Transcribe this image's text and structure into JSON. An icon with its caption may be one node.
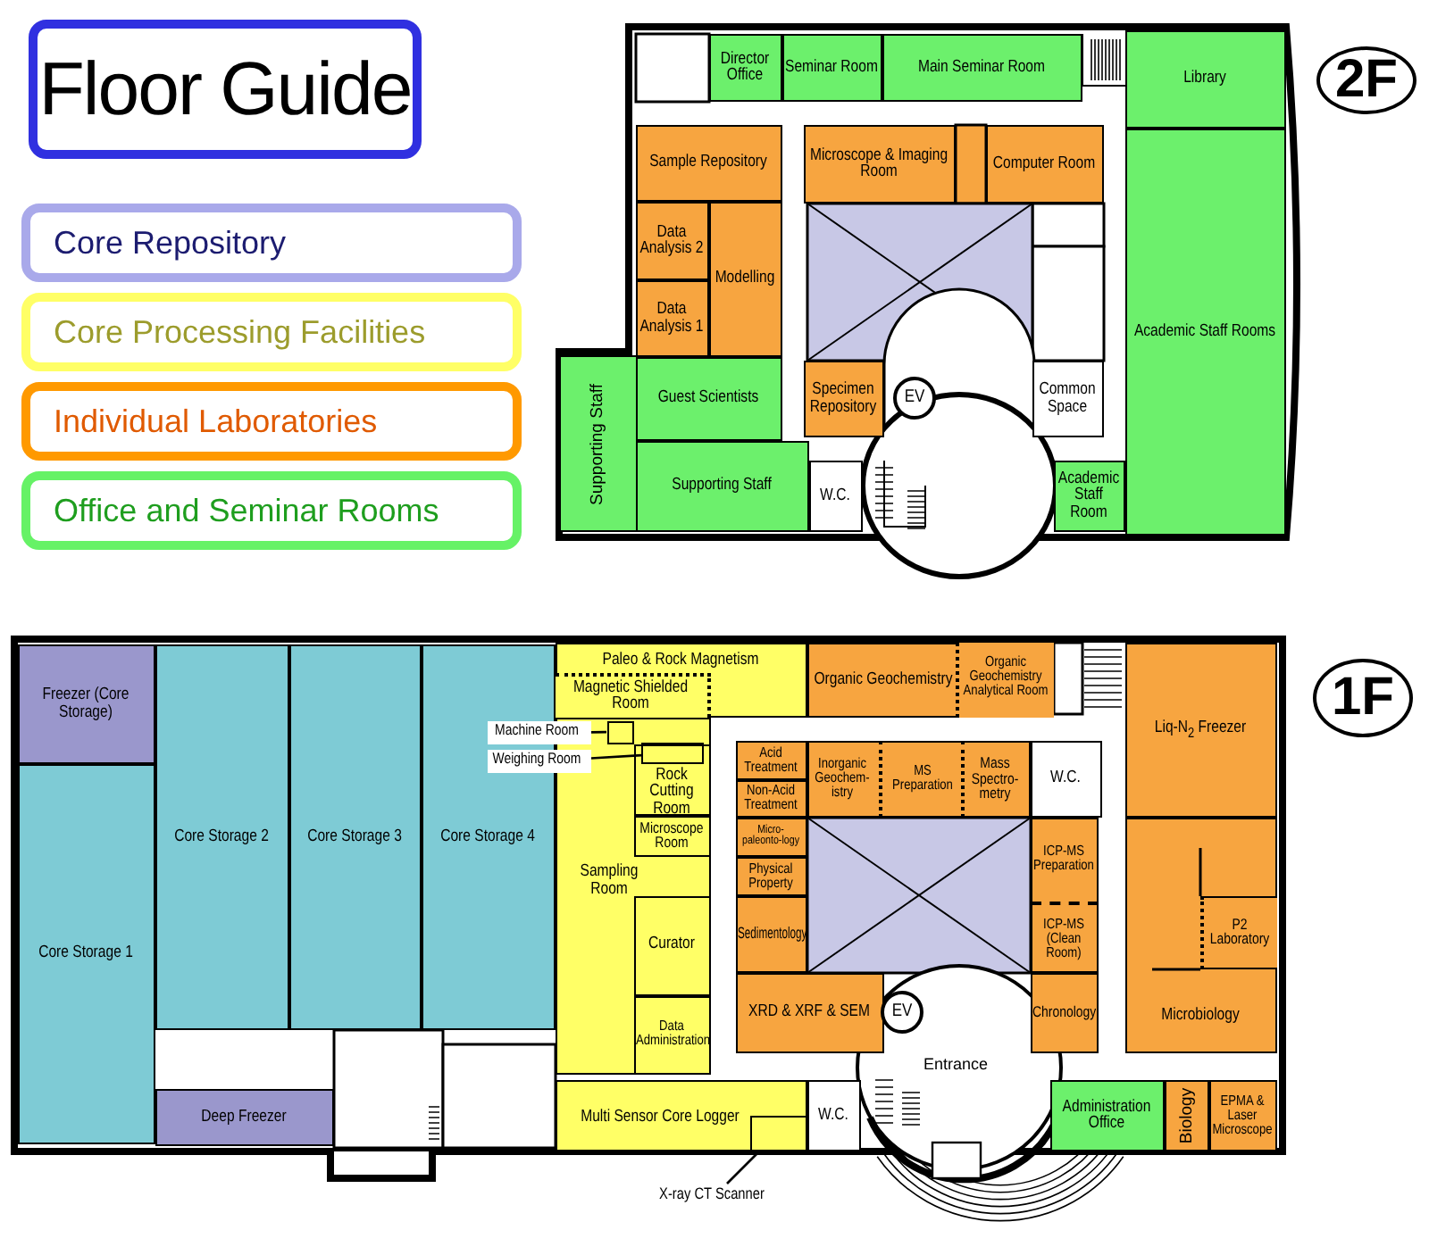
{
  "diagram": {
    "title": "Floor Guide",
    "nodes": [
      {
        "text": [
          "Director Office"
        ]
      },
      {
        "text": [
          "Seminar Room"
        ]
      },
      {
        "text": [
          "Main Seminar Room"
        ]
      },
      {
        "text": [
          "Library"
        ]
      },
      {
        "text": [
          "Sample Repository"
        ]
      },
      {
        "text": [
          "Microscope & Imaging Room"
        ]
      },
      {
        "text": [
          "Computer Room"
        ]
      },
      {
        "text": [
          "Data Analysis 2"
        ]
      },
      {
        "text": [
          "Modelling"
        ]
      },
      {
        "text": [
          "Data Analysis 1"
        ]
      },
      {
        "text": [
          "Academic Staff Rooms"
        ]
      },
      {
        "text": [
          "Supporting Staff"
        ]
      },
      {
        "text": [
          "Guest Scientists"
        ]
      },
      {
        "text": [
          "Specimen Repository"
        ]
      },
      {
        "text": [
          "EV"
        ]
      },
      {
        "text": [
          "Common Space"
        ]
      },
      {
        "text": [
          "Supporting Staff"
        ]
      },
      {
        "text": [
          "W.C."
        ]
      },
      {
        "text": [
          "Academic Staff Room"
        ]
      },
      {
        "text": [
          "Freezer (Core Storage)"
        ]
      },
      {
        "text": [
          "Paleo & Rock Magnetism"
        ]
      },
      {
        "text": [
          "Magnetic Shielded Room"
        ],
        "in": 20
      },
      {
        "text": [
          "Organic Geochemistry"
        ]
      },
      {
        "text": [
          "Organic Geochemistry Analytical Room"
        ],
        "in": 22
      },
      {
        "text": [
          "Liq-N$_{2}$ Freezer"
        ]
      },
      {
        "text": [
          "Core Storage 2"
        ]
      },
      {
        "text": [
          "Core Storage 3"
        ]
      },
      {
        "text": [
          "Core Storage 4"
        ]
      },
      {
        "text": [
          "Machine Room"
        ]
      },
      {
        "text": [],
        "shape": "box",
        "in": 31
      },
      {
        "text": [
          "Weighing Room"
        ]
      },
      {
        "text": [
          "Sampling Room"
        ]
      },
      {
        "text": [
          "Rock Cutting Room"
        ],
        "in": 31
      },
      {
        "text": [],
        "shape": "box",
        "in": 32
      },
      {
        "text": [
          "Acid Treatment"
        ]
      },
      {
        "text": [
          "Non-Acid Treatment"
        ]
      },
      {
        "text": [
          "Inorganic Geochem-istry"
        ]
      },
      {
        "text": [
          "MS Preparation"
        ]
      },
      {
        "text": [
          "Mass Spectro-metry"
        ]
      },
      {
        "text": [
          "W.C."
        ]
      },
      {
        "text": [
          "Microscope Room"
        ],
        "in": 31
      },
      {
        "text": [
          "Micro-paleonto-logy"
        ]
      },
      {
        "text": [
          "ICP-MS Preparation"
        ]
      },
      {
        "text": [
          "Microbiology"
        ]
      },
      {
        "text": [
          "P2 Laboratory"
        ],
        "in": 43
      },
      {
        "text": [
          "Physical Property"
        ]
      },
      {
        "text": [
          "Core Storage 1"
        ]
      },
      {
        "text": [
          "Curator"
        ],
        "in": 31
      },
      {
        "text": [
          "Sedimentology"
        ]
      },
      {
        "text": [
          "ICP-MS (Clean Room)"
        ]
      },
      {
        "text": [
          "Data Administration"
        ],
        "in": 31
      },
      {
        "text": [
          "XRD & XRF & SEM"
        ]
      },
      {
        "text": [
          "EV"
        ]
      },
      {
        "text": [
          "Chronology"
        ]
      },
      {
        "text": [
          "Deep Freezer"
        ]
      },
      {
        "text": [
          "Multi Sensor Core Logger"
        ]
      },
      {
        "text": [],
        "shape": "box",
        "in": 55
      },
      {
        "text": [
          "W.C."
        ]
      },
      {
        "text": [
          "Administration Office"
        ]
      },
      {
        "text": [
          "Biology"
        ]
      },
      {
        "text": [
          "EPMA & Laser Microscope"
        ]
      },
      {
        "text": [
          "X-ray CT Scanner"
        ]
      }
    ],
    "edges": [
      {
        "from": 28,
        "to": 29,
        "arrow": "none"
      },
      {
        "from": 30,
        "to": 33,
        "arrow": "none"
      },
      {
        "from": 61,
        "to": 56,
        "arrow": "none"
      }
    ],
    "labels": [
      "2F",
      "1F",
      "Entrance"
    ],
    "legend": [
      {
        "text": "Core Repository",
        "color": "#a9a9ea"
      },
      {
        "text": "Core Processing Facilities",
        "color": "#ffff66"
      },
      {
        "text": "Individual Laboratories",
        "color": "#ff9900"
      },
      {
        "text": "Office and Seminar Rooms",
        "color": "#66f266"
      }
    ]
  }
}
